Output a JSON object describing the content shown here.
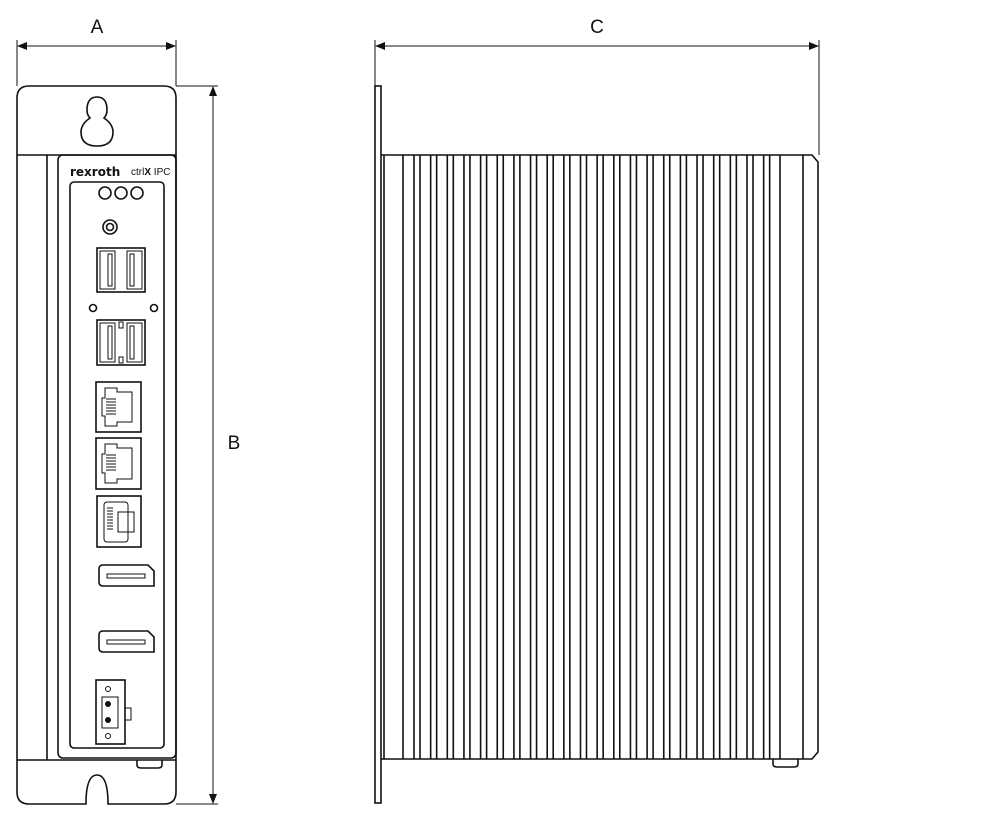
{
  "dimensions": {
    "width_label": "A",
    "height_label": "B",
    "depth_label": "C"
  },
  "front_view": {
    "brand": "rexroth",
    "product_prefix": "ctrl",
    "product_x": "X",
    "product_suffix": " IPC"
  },
  "colors": {
    "line": "#111111",
    "background": "#ffffff"
  }
}
